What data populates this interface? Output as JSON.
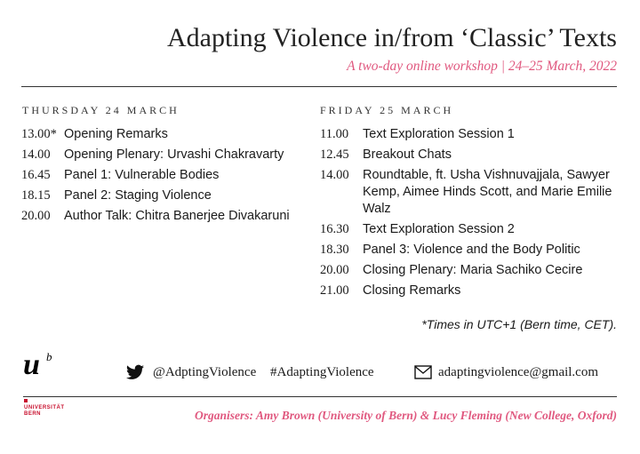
{
  "header": {
    "title": "Adapting Violence in/from ‘Classic’ Texts",
    "subtitle": "A two-day online workshop | 24–25 March, 2022"
  },
  "thursday": {
    "heading": "THURSDAY 24 MARCH",
    "items": [
      {
        "time": "13.00*",
        "event": "Opening Remarks"
      },
      {
        "time": "14.00",
        "event": "Opening Plenary: Urvashi Chakravarty"
      },
      {
        "time": "16.45",
        "event": "Panel 1: Vulnerable Bodies"
      },
      {
        "time": "18.15",
        "event": "Panel 2: Staging Violence"
      },
      {
        "time": "20.00",
        "event": "Author Talk: Chitra Banerjee Divakaruni"
      }
    ]
  },
  "friday": {
    "heading": "FRIDAY 25 MARCH",
    "items": [
      {
        "time": "11.00",
        "event": "Text Exploration Session 1"
      },
      {
        "time": "12.45",
        "event": "Breakout Chats"
      },
      {
        "time": "14.00",
        "event": "Roundtable, ft. Usha Vishnuvajjala, Sawyer Kemp, Aimee Hinds Scott, and Marie Emilie Walz"
      },
      {
        "time": "16.30",
        "event": "Text Exploration Session 2"
      },
      {
        "time": "18.30",
        "event": "Panel 3: Violence and the Body Politic"
      },
      {
        "time": "20.00",
        "event": "Closing Plenary: Maria Sachiko Cecire"
      },
      {
        "time": "21.00",
        "event": "Closing Remarks"
      }
    ]
  },
  "note": "*Times in UTC+1 (Bern time, CET).",
  "footer": {
    "logo_letter": "u",
    "logo_sup": "b",
    "university": "UNIVERSITÄT BERN",
    "twitter_icon": "twitter-bird-icon",
    "twitter_handle": "@AdptingViolence",
    "hashtag": "#AdaptingViolence",
    "mail_icon": "envelope-icon",
    "email": "adaptingviolence@gmail.com",
    "organisers": "Organisers: Amy Brown (University of Bern) & Lucy Fleming (New College, Oxford)"
  },
  "colors": {
    "accent": "#e0587f",
    "uni_red": "#c8102e"
  }
}
